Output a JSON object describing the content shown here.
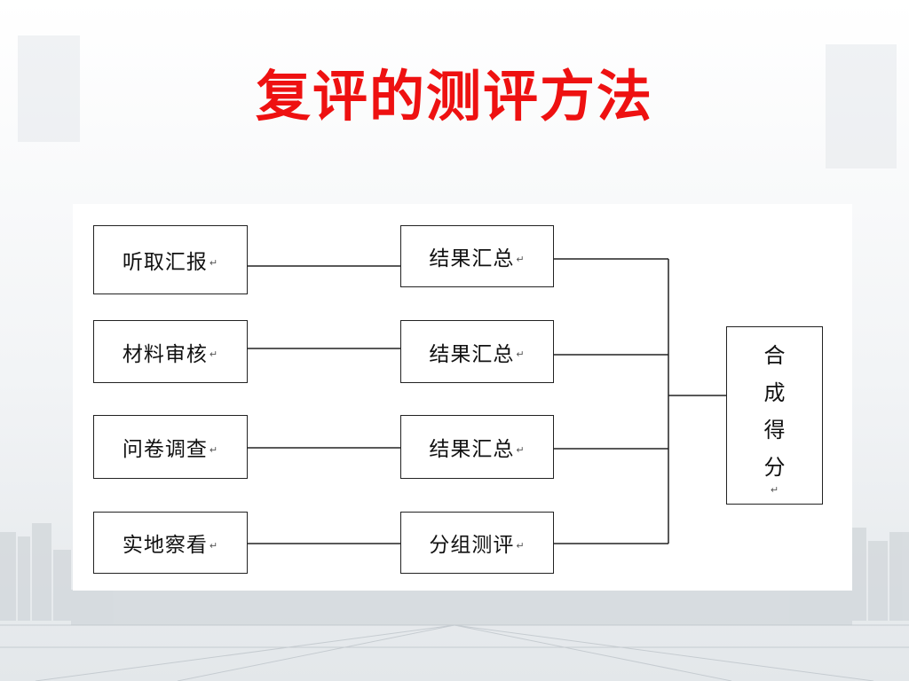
{
  "title": "复评的测评方法",
  "return_mark": "↵",
  "left_boxes": [
    {
      "label": "听取汇报"
    },
    {
      "label": "材料审核"
    },
    {
      "label": "问卷调查"
    },
    {
      "label": "实地察看"
    }
  ],
  "middle_boxes": [
    {
      "label": "结果汇总"
    },
    {
      "label": "结果汇总"
    },
    {
      "label": "结果汇总"
    },
    {
      "label": "分组测评"
    }
  ],
  "result_box": {
    "chars": [
      "合",
      "成",
      "得",
      "分"
    ]
  },
  "colors": {
    "title": "#ee1111",
    "line": "#222222",
    "skyline": "#c9d0d6"
  }
}
